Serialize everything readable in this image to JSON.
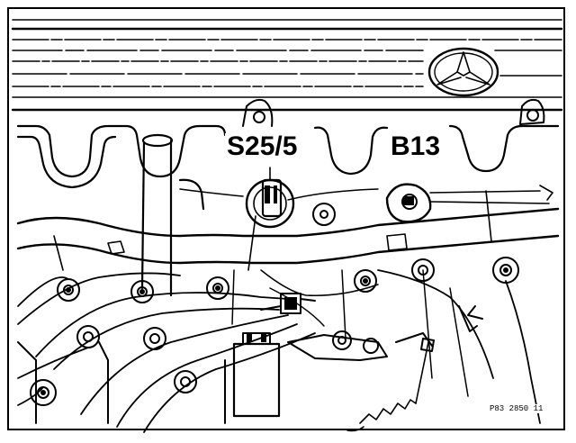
{
  "labels": {
    "s25": "S25/5",
    "b13": "B13"
  },
  "reference_code": "P83 2850 11",
  "colors": {
    "ink": "#000000",
    "paper": "#ffffff"
  },
  "icons": {
    "logo": "three-pointed-star-icon"
  }
}
